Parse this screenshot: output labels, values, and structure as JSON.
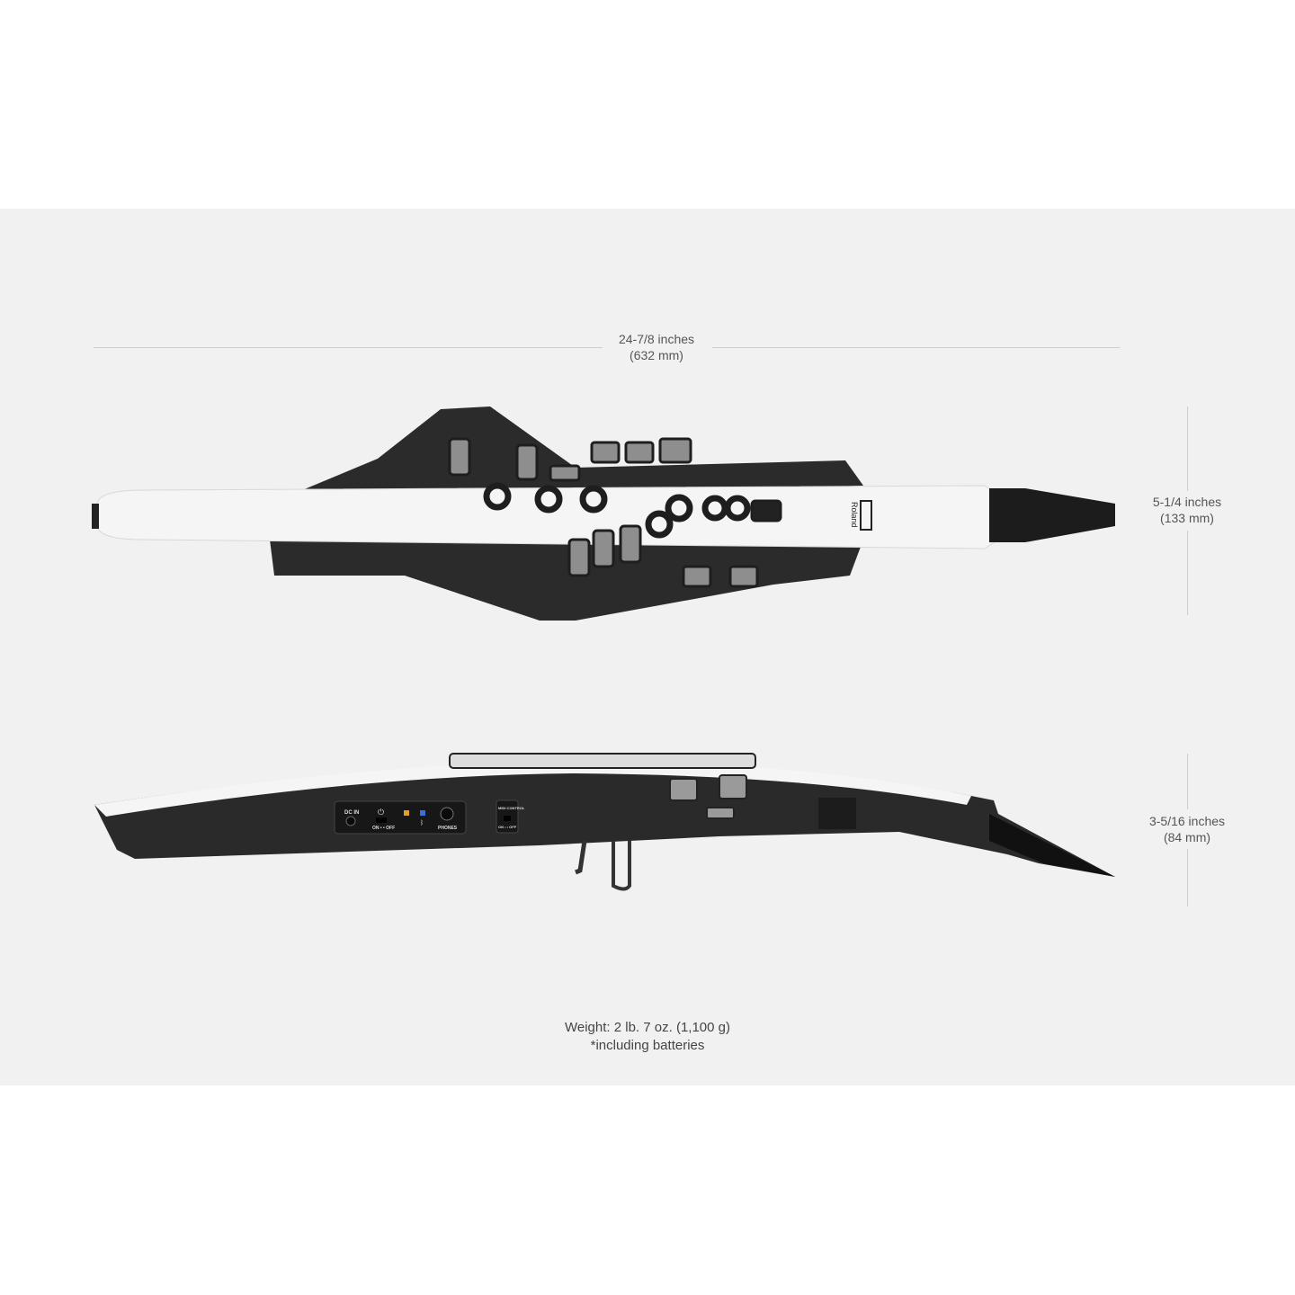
{
  "dimensions": {
    "length": {
      "imperial": "24-7/8 inches",
      "metric": "(632 mm)"
    },
    "width": {
      "imperial": "5-1/4 inches",
      "metric": "(133 mm)"
    },
    "height": {
      "imperial": "3-5/16 inches",
      "metric": "(84 mm)"
    }
  },
  "weight": {
    "text": "Weight: 2 lb. 7 oz. (1,100 g)",
    "note": "*including batteries"
  },
  "instrument": {
    "brand_logo": "Roland",
    "panel": {
      "dc_in": "DC IN",
      "power_switch": "ON • • OFF",
      "phones": "PHONES",
      "midi_control": "MIDI CONTROL",
      "midi_switch": "ON • • OFF"
    },
    "colors": {
      "body": "#f4f4f4",
      "frame": "#2a2a2a",
      "keys": "#8d8d8d",
      "background": "#f1f1f1",
      "power_led": "#e0a030",
      "bluetooth_led": "#3a6fd8"
    }
  }
}
